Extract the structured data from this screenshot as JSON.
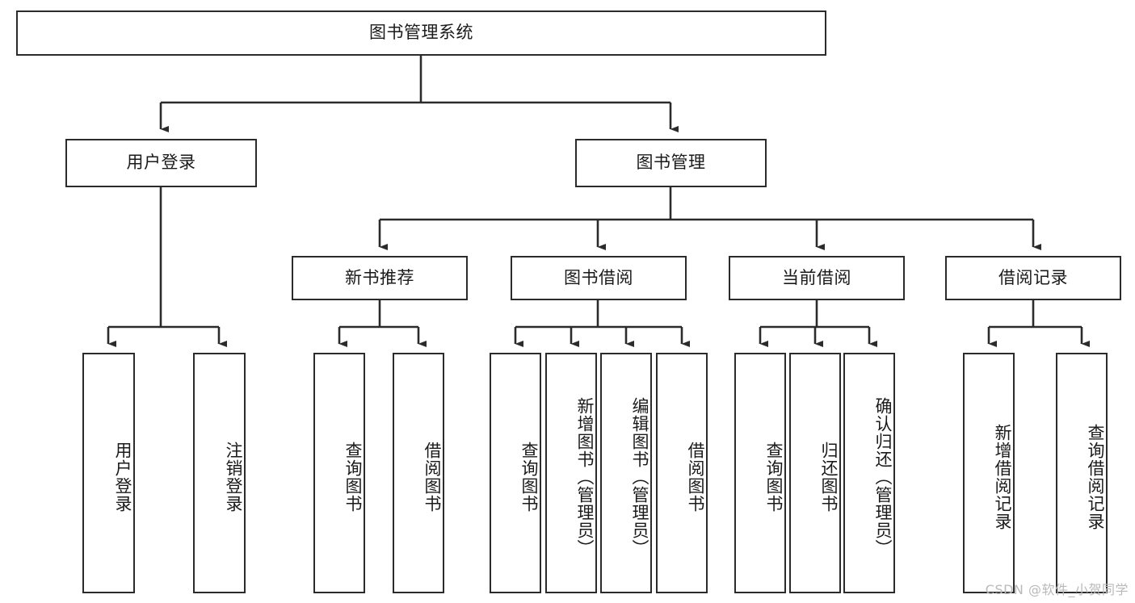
{
  "diagram": {
    "title": "图书管理系统",
    "type": "tree-hierarchy",
    "watermark": "CSDN @软件_小贺同学",
    "colors": {
      "stroke": "#2b2b2b",
      "fill": "#ffffff",
      "text": "#1a1a1a",
      "watermark": "#b9b9b9"
    },
    "nodes": {
      "root": {
        "label": "图书管理系统",
        "level": 0
      },
      "level1": [
        {
          "id": "user-login",
          "label": "用户登录"
        },
        {
          "id": "book-manage",
          "label": "图书管理"
        }
      ],
      "level2": [
        {
          "id": "new-book-rec",
          "label": "新书推荐",
          "parent": "book-manage"
        },
        {
          "id": "book-borrow",
          "label": "图书借阅",
          "parent": "book-manage"
        },
        {
          "id": "current-borrow",
          "label": "当前借阅",
          "parent": "book-manage"
        },
        {
          "id": "borrow-record",
          "label": "借阅记录",
          "parent": "book-manage"
        }
      ],
      "leaves": {
        "user-login": [
          {
            "id": "leaf-user-login",
            "label": "用户登录"
          },
          {
            "id": "leaf-logout",
            "label": "注销登录"
          }
        ],
        "new-book-rec": [
          {
            "id": "leaf-query-book-1",
            "label": "查询图书"
          },
          {
            "id": "leaf-borrow-book-1",
            "label": "借阅图书"
          }
        ],
        "book-borrow": [
          {
            "id": "leaf-query-book-2",
            "label": "查询图书"
          },
          {
            "id": "leaf-add-book",
            "label": "新增图书（管理员）"
          },
          {
            "id": "leaf-edit-book",
            "label": "编辑图书（管理员）"
          },
          {
            "id": "leaf-borrow-book-2",
            "label": "借阅图书"
          }
        ],
        "current-borrow": [
          {
            "id": "leaf-query-book-3",
            "label": "查询图书"
          },
          {
            "id": "leaf-return-book",
            "label": "归还图书"
          },
          {
            "id": "leaf-confirm-return",
            "label": "确认归还（管理员）"
          }
        ],
        "borrow-record": [
          {
            "id": "leaf-add-record",
            "label": "新增借阅记录"
          },
          {
            "id": "leaf-query-record",
            "label": "查询借阅记录"
          }
        ]
      }
    }
  }
}
